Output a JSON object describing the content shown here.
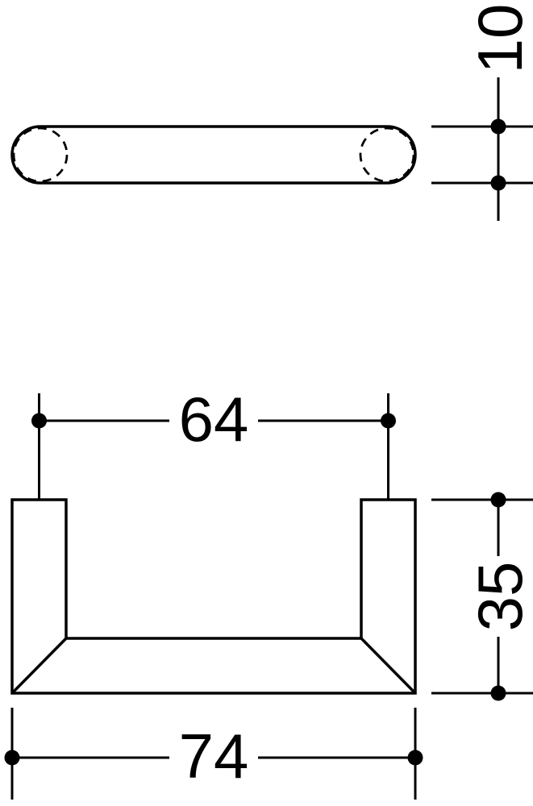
{
  "colors": {
    "ink": "#000000",
    "paper": "#ffffff"
  },
  "drawing": {
    "kind": "technical-dimension-drawing",
    "top_view": {
      "name": "top view of handle",
      "dim_thickness": {
        "label": "10",
        "orientation": "vertical"
      }
    },
    "front_view": {
      "name": "front view of U-shaped handle",
      "dim_center_distance": {
        "label": "64",
        "orientation": "horizontal"
      },
      "dim_height": {
        "label": "35",
        "orientation": "vertical"
      },
      "dim_overall_width": {
        "label": "74",
        "orientation": "horizontal"
      }
    }
  }
}
